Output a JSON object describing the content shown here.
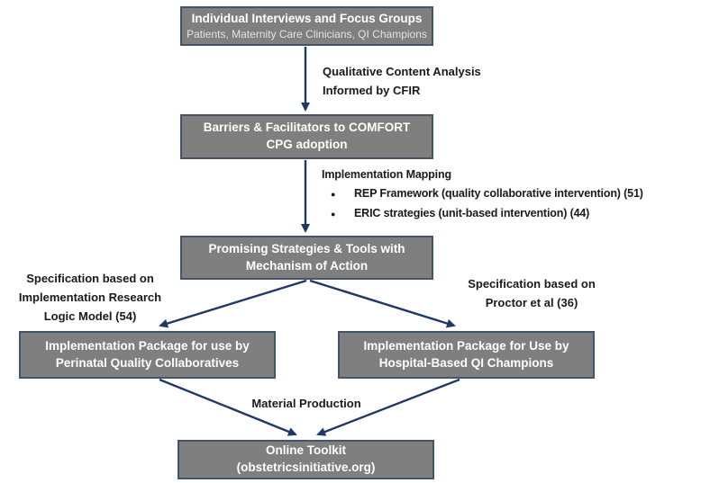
{
  "colors": {
    "box_fill": "#7F7F7F",
    "box_border": "#44546A",
    "arrow": "#1F3864",
    "box_text": "#FFFFFF",
    "box_subtext": "#E3E3E3",
    "label_text": "#1A1A1A"
  },
  "boxes": {
    "interviews": {
      "title": "Individual Interviews and Focus Groups",
      "subtitle": "Patients, Maternity Care Clinicians, QI Champions"
    },
    "barriers": {
      "lines": [
        "Barriers & Facilitators to COMFORT",
        "CPG adoption"
      ]
    },
    "strategies": {
      "lines": [
        "Promising Strategies & Tools with",
        "Mechanism of Action"
      ]
    },
    "package_collaboratives": {
      "lines": [
        "Implementation Package for use by",
        "Perinatal Quality Collaboratives"
      ]
    },
    "package_champions": {
      "lines": [
        "Implementation Package for Use by",
        "Hospital-Based QI Champions"
      ]
    },
    "toolkit": {
      "lines": [
        "Online Toolkit",
        "(obstetricsinitiative.org)"
      ]
    }
  },
  "labels": {
    "qualitative": {
      "lines": [
        "Qualitative Content Analysis",
        "Informed by CFIR"
      ]
    },
    "mapping": {
      "heading": "Implementation Mapping",
      "bullets": [
        "REP Framework (quality collaborative intervention) (51)",
        "ERIC strategies (unit-based intervention) (44)"
      ]
    },
    "spec_left": {
      "lines": [
        "Specification based on",
        "Implementation Research",
        "Logic Model (54)"
      ]
    },
    "spec_right": {
      "lines": [
        "Specification based on",
        "Proctor et al (36)"
      ]
    },
    "material": "Material Production"
  }
}
